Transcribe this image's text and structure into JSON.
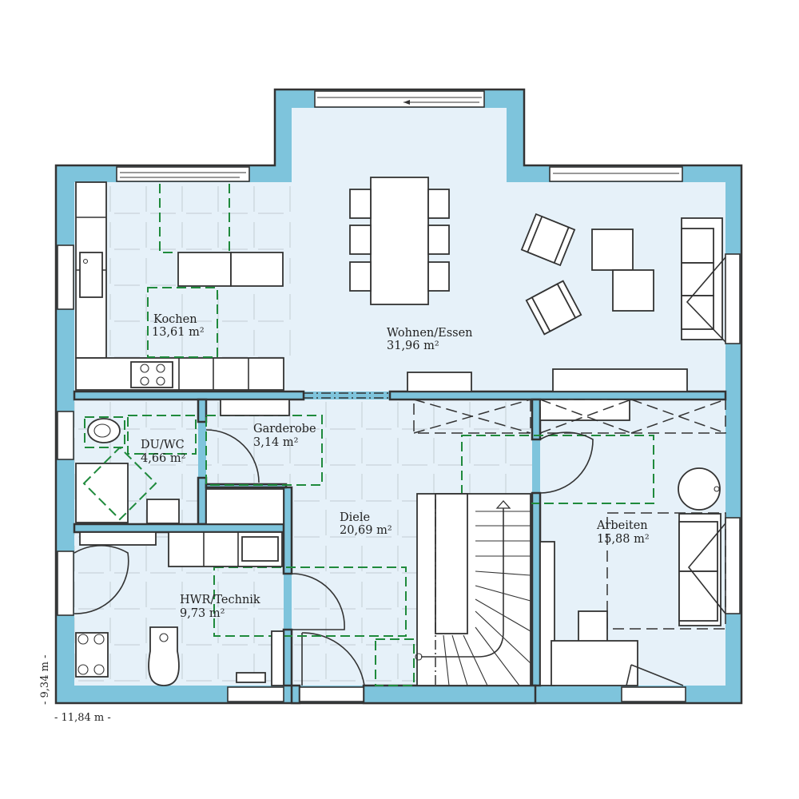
{
  "plan": {
    "colors": {
      "wall": "#7ec4dc",
      "floor": "#e6f1f9",
      "clearance_zone": "#1f8a3c",
      "outline": "#333333"
    },
    "rooms": [
      {
        "id": "kochen",
        "name": "Kochen",
        "area": "13,61 m²"
      },
      {
        "id": "wohnen",
        "name": "Wohnen/Essen",
        "area": "31,96 m²"
      },
      {
        "id": "duwc",
        "name": "DU/WC",
        "area": "4,66 m²"
      },
      {
        "id": "garderobe",
        "name": "Garderobe",
        "area": "3,14 m²"
      },
      {
        "id": "diele",
        "name": "Diele",
        "area": "20,69 m²"
      },
      {
        "id": "arbeiten",
        "name": "Arbeiten",
        "area": "15,88 m²"
      },
      {
        "id": "hwr",
        "name": "HWR/Technik",
        "area": "9,73 m²"
      }
    ],
    "dimensions": {
      "width": "- 11,84 m -",
      "depth": "- 9,34 m -"
    }
  }
}
